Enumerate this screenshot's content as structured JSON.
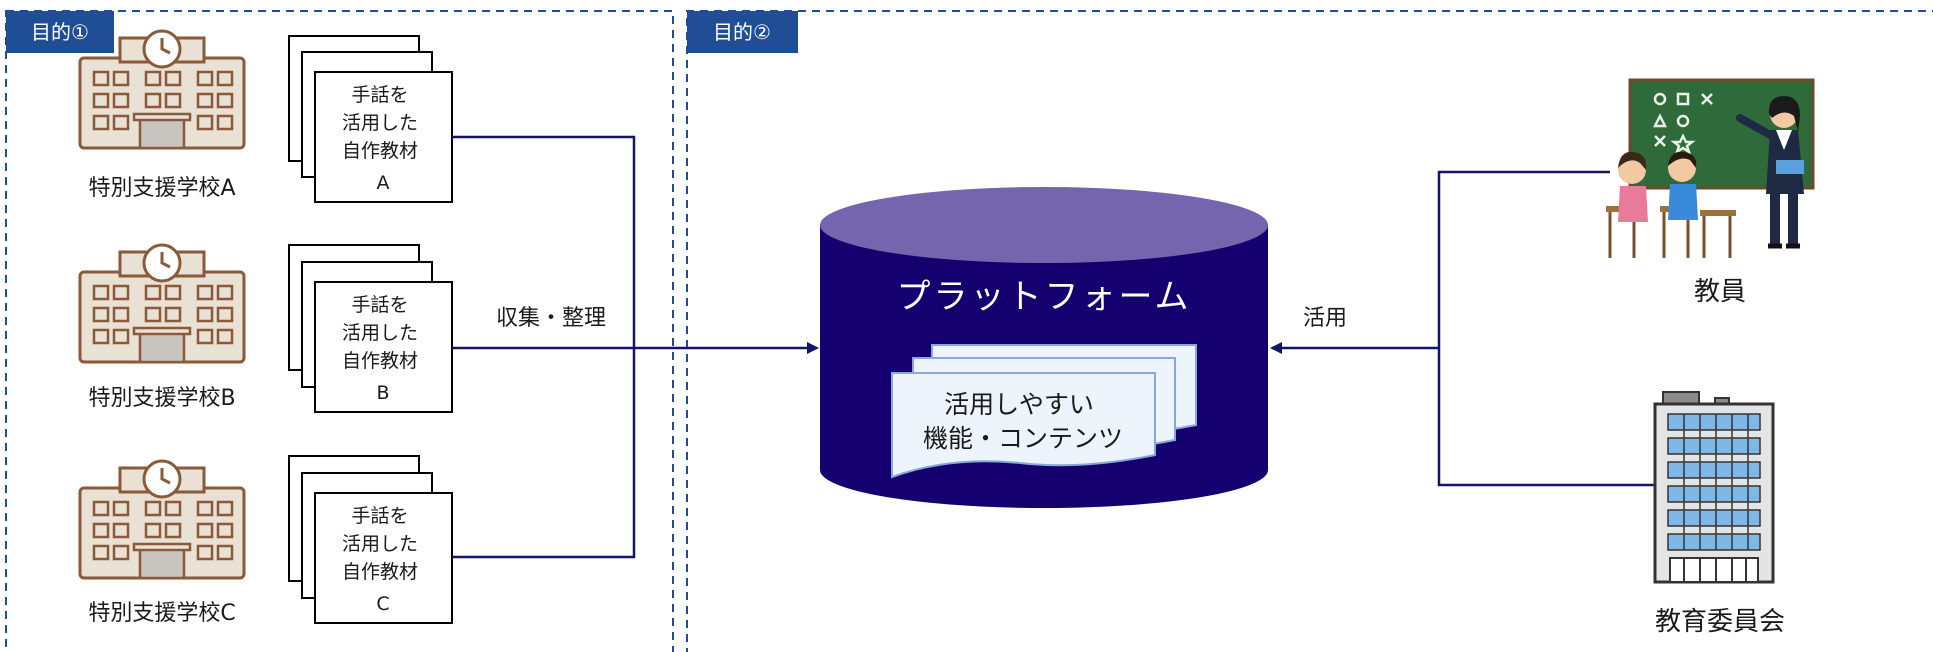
{
  "purpose1": {
    "tag": "目的①"
  },
  "purpose2": {
    "tag": "目的②"
  },
  "schools": [
    {
      "name": "特別支援学校A",
      "material": [
        "手話を",
        "活用した",
        "自作教材",
        "A"
      ]
    },
    {
      "name": "特別支援学校B",
      "material": [
        "手話を",
        "活用した",
        "自作教材",
        "B"
      ]
    },
    {
      "name": "特別支援学校C",
      "material": [
        "手話を",
        "活用した",
        "自作教材",
        "C"
      ]
    }
  ],
  "flow": {
    "collect_label": "収集・整理",
    "use_label": "活用"
  },
  "platform": {
    "title": "プラットフォーム",
    "content": [
      "活用しやすい",
      "機能・コンテンツ"
    ]
  },
  "users": {
    "teacher": "教員",
    "board": "教育委員会"
  },
  "colors": {
    "tag_bg": "#1f4e96",
    "dash": "#1f4e96",
    "line": "#141464",
    "cyl_body": "#14006e",
    "cyl_top": "#7465ae",
    "doc_fill": "#eef4fc",
    "doc_stroke": "#8aa6dc",
    "school_wall": "#e8e1d4",
    "school_stroke": "#8a5a3a"
  }
}
